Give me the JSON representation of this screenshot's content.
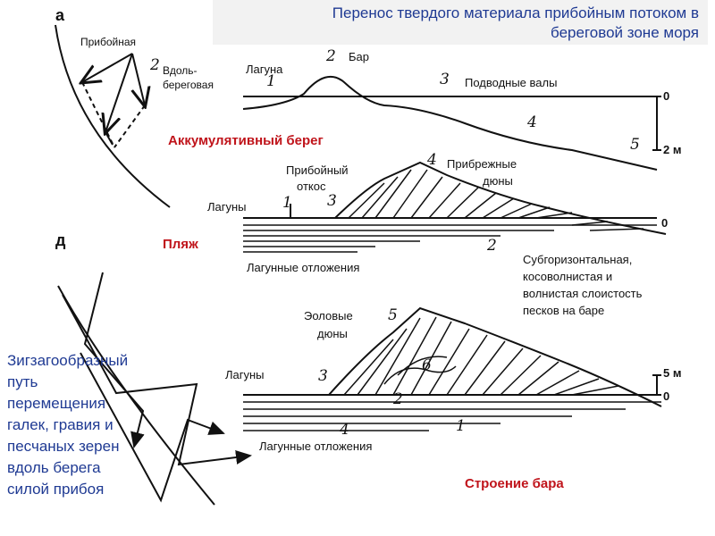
{
  "title": {
    "line1": "Перенос твердого материала прибойным потоком в",
    "line2": "береговой зоне моря"
  },
  "panel_letters": {
    "a": "а",
    "d": "д"
  },
  "flow_labels": {
    "surf": "Прибойная",
    "longshore_num": "2",
    "longshore_line1": "Вдоль-",
    "longshore_line2": "береговая"
  },
  "profile_top": {
    "lagoon": "Лагуна",
    "lagoon_num": "1",
    "bar_num": "2",
    "bar": "Бар",
    "underwater_num": "3",
    "underwater_ridges": "Подводные валы",
    "depth_zero": "0",
    "num4": "4",
    "num5": "5",
    "depth_2m": "2 м",
    "caption": "Аккумулятивный берег"
  },
  "profile_middle": {
    "surf_slope_line1": "Прибойный",
    "surf_slope_line2": "откос",
    "num4": "4",
    "coastal_dunes_line1": "Прибрежные",
    "coastal_dunes_line2": "дюны",
    "lagoons": "Лагуны",
    "num1": "1",
    "num3": "3",
    "level_zero": "0",
    "beach": "Пляж",
    "lagoon_deposits": "Лагунные  отложения",
    "num2": "2",
    "bedding_line1": "Субгоризонтальная,",
    "bedding_line2": "косоволнистая и",
    "bedding_line3": "волнистая слоистость",
    "bedding_line4": "песков на баре"
  },
  "profile_bottom": {
    "aeolian_line1": "Эоловые",
    "aeolian_line2": "дюны",
    "num5": "5",
    "lagoons": "Лагуны",
    "num3": "3",
    "num6": "6",
    "num2": "2",
    "num1": "1",
    "num4": "4",
    "scale_5m": "5 м",
    "level_zero": "0",
    "lagoon_deposits": "Лагунные  отложения",
    "caption": "Строение бара"
  },
  "zigzag_text": {
    "line1": "Зигзагообразный",
    "line2": "путь",
    "line3": "перемещения",
    "line4": "галек, гравия и",
    "line5": "песчаных зерен",
    "line6": "вдоль берега",
    "line7": "силой прибоя"
  },
  "colors": {
    "title": "#1f3a93",
    "caption_red": "#c0141b",
    "ink": "#111111"
  }
}
